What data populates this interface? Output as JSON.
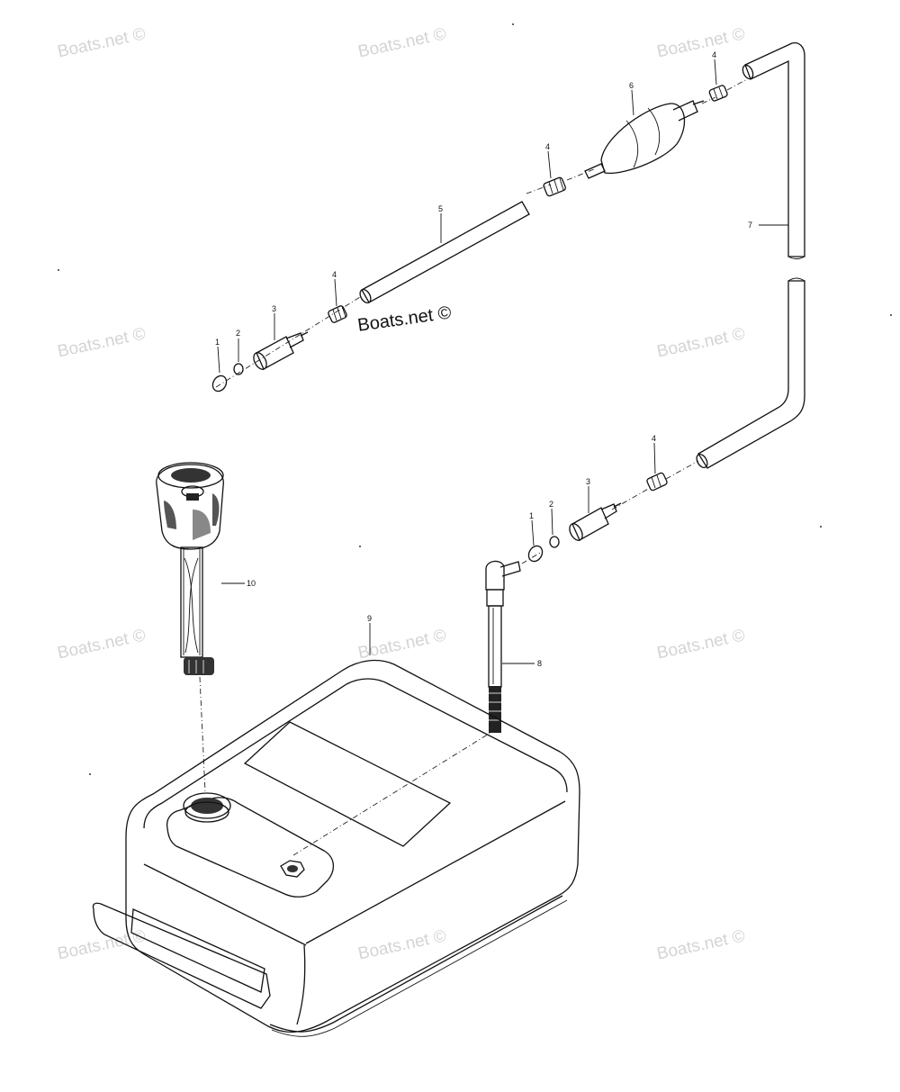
{
  "watermarks": {
    "text": "Boats.net ©",
    "primary_text": "Boats.net ©"
  },
  "callouts": {
    "c1a": "1",
    "c2a": "2",
    "c3a": "3",
    "c4a": "4",
    "c5": "5",
    "c4b": "4",
    "c6": "6",
    "c4c": "4",
    "c7": "7",
    "c4d": "4",
    "c3b": "3",
    "c2b": "2",
    "c1b": "1",
    "c10": "10",
    "c9": "9",
    "c8": "8"
  }
}
